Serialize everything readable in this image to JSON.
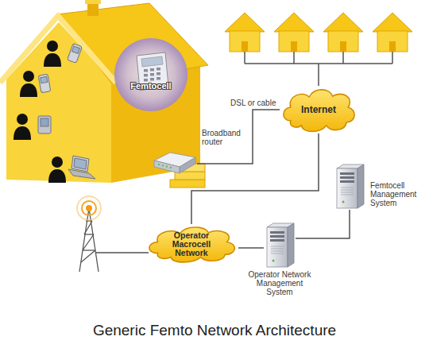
{
  "diagram": {
    "caption": "Generic Femto Network Architecture",
    "nodes": [
      {
        "text": [
          "Femtocell"
        ]
      },
      {
        "text": [
          "Broadband router"
        ]
      },
      {
        "text": [
          "Internet"
        ]
      },
      {
        "text": [
          "Femtocell Management System"
        ]
      },
      {
        "text": [
          "Operator Macrocell Network"
        ]
      },
      {
        "text": [
          "Operator Network Management System"
        ]
      }
    ],
    "edges": [
      {
        "from": 1,
        "to": 2,
        "label": "DSL or cable",
        "arrow": "none"
      },
      {
        "from": 2,
        "to": 4,
        "arrow": "none"
      },
      {
        "from": 4,
        "to": 5,
        "arrow": "none"
      },
      {
        "from": 5,
        "to": 3,
        "arrow": "none"
      }
    ]
  }
}
